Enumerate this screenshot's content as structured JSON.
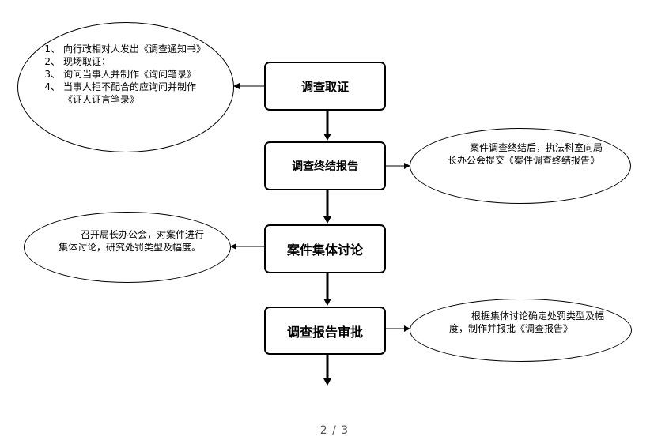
{
  "steps": [
    {
      "label": "调查取证"
    },
    {
      "label": "调查终结报告"
    },
    {
      "label": "案件集体讨论"
    },
    {
      "label": "调查报告审批"
    }
  ],
  "notes": {
    "evidence": [
      {
        "num": "1、",
        "text": "向行政相对人发出《调查通知书》"
      },
      {
        "num": "2、",
        "text": "现场取证；"
      },
      {
        "num": "3、",
        "text": "询问当事人并制作《询问笔录》"
      },
      {
        "num": "4、",
        "text": "当事人拒不配合的应询问并制作《证人证言笔录》"
      }
    ],
    "final_report": "案件调查终结后，执法科室向局长办公会提交《案件调查终结报告》",
    "discussion": "召开局长办公会，对案件进行集体讨论，研究处罚类型及幅度。",
    "approval": "根据集体讨论确定处罚类型及幅度，制作并报批《调查报告》"
  },
  "pager": {
    "text": "2 / 3"
  }
}
